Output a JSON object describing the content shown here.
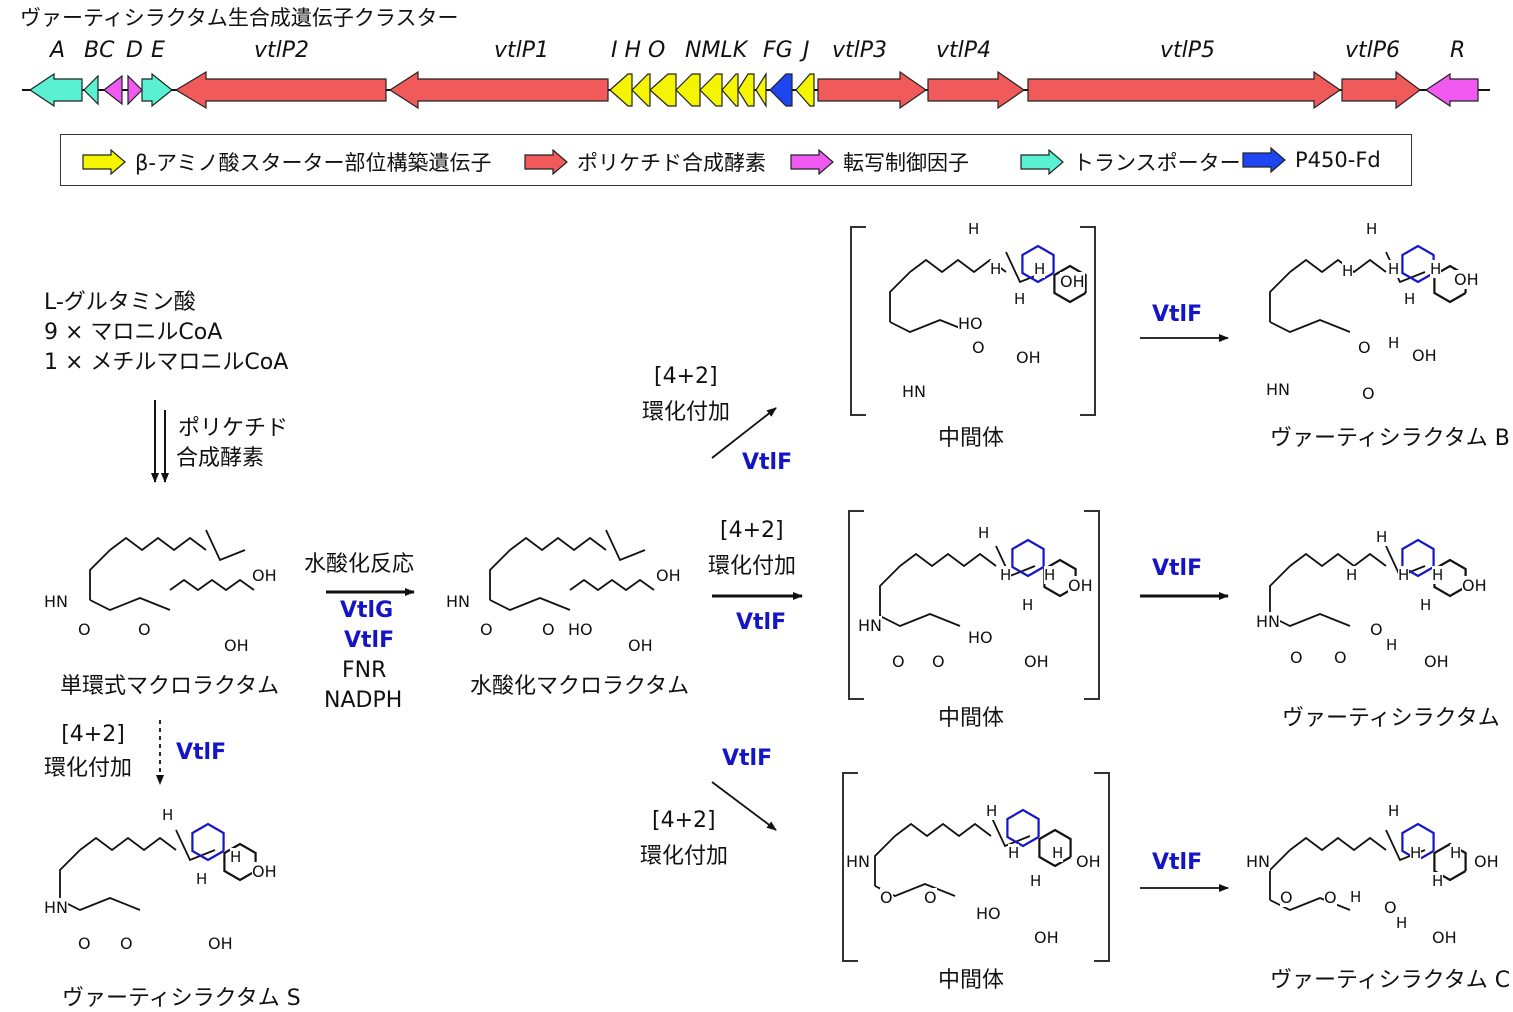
{
  "title": "ヴァーティシラクタム生合成遺伝子クラスター",
  "genes": {
    "A": "A",
    "BC": "BC",
    "D": "D",
    "E": "E",
    "vtlP2": "vtlP2",
    "vtlP1": "vtlP1",
    "IHO": "I H O",
    "NMLK": "NMLK",
    "FG": "FG",
    "J": "J",
    "vtlP3": "vtlP3",
    "vtlP4": "vtlP4",
    "vtlP5": "vtlP5",
    "vtlP6": "vtlP6",
    "R": "R"
  },
  "legend": {
    "beta": "β-アミノ酸スターター部位構築遺伝子",
    "pks": "ポリケチド合成酵素",
    "reg": "転写制御因子",
    "transport": "トランスポーター",
    "p450": "P450-Fd"
  },
  "colors": {
    "beta": "#f5f500",
    "pks": "#f05a5a",
    "reg": "#f05af0",
    "transport": "#5af0d2",
    "p450": "#1e46f0",
    "enzyme_text": "#1414c8",
    "new_ring": "#1414c8"
  },
  "substrates": {
    "line1": "L-グルタミン酸",
    "line2": "9 × マロニルCoA",
    "line3": "1 × メチルマロニルCoA"
  },
  "step_pks": {
    "line1": "ポリケチド",
    "line2": "合成酵素"
  },
  "compounds": {
    "monocyclic": "単環式マクロラクタム",
    "hydroxylated": "水酸化マクロラクタム",
    "intermediate": "中間体",
    "vtl_b": "ヴァーティシラクタム B",
    "vtl": "ヴァーティシラクタム",
    "vtl_c": "ヴァーティシラクタム C",
    "vtl_s": "ヴァーティシラクタム S"
  },
  "hydroxylation": {
    "label": "水酸化反応",
    "enzyme1": "VtlG",
    "enzyme2": "VtlF",
    "cofactor1": "FNR",
    "cofactor2": "NADPH"
  },
  "cycloaddition": {
    "line1": "[4+2]",
    "line2": "環化付加"
  },
  "enzyme_vtlf": "VtlF",
  "atoms": {
    "OH": "OH",
    "HO": "HO",
    "H": "H",
    "O": "O",
    "HN": "HN"
  }
}
